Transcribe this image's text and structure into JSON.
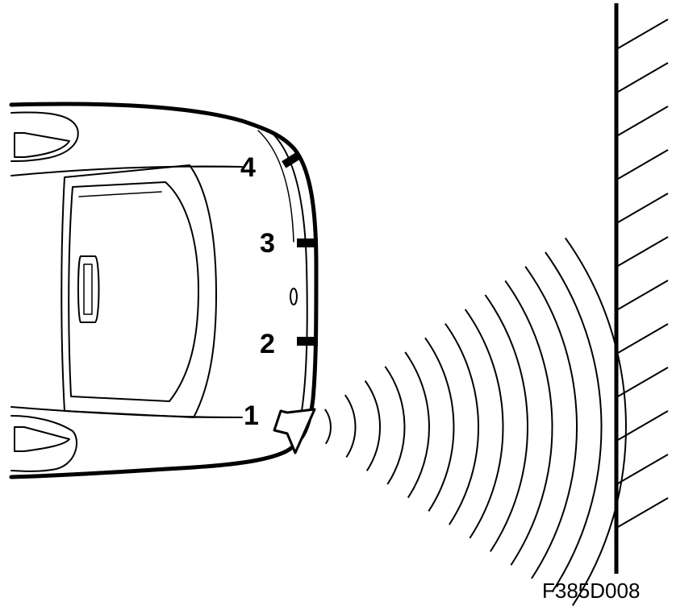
{
  "figure_code": "F385D008",
  "sensors": [
    {
      "label": "4"
    },
    {
      "label": "3"
    },
    {
      "label": "2"
    },
    {
      "label": "1"
    }
  ],
  "active_sensor": "1",
  "colors": {
    "ink": "#000000",
    "paper": "#ffffff"
  }
}
